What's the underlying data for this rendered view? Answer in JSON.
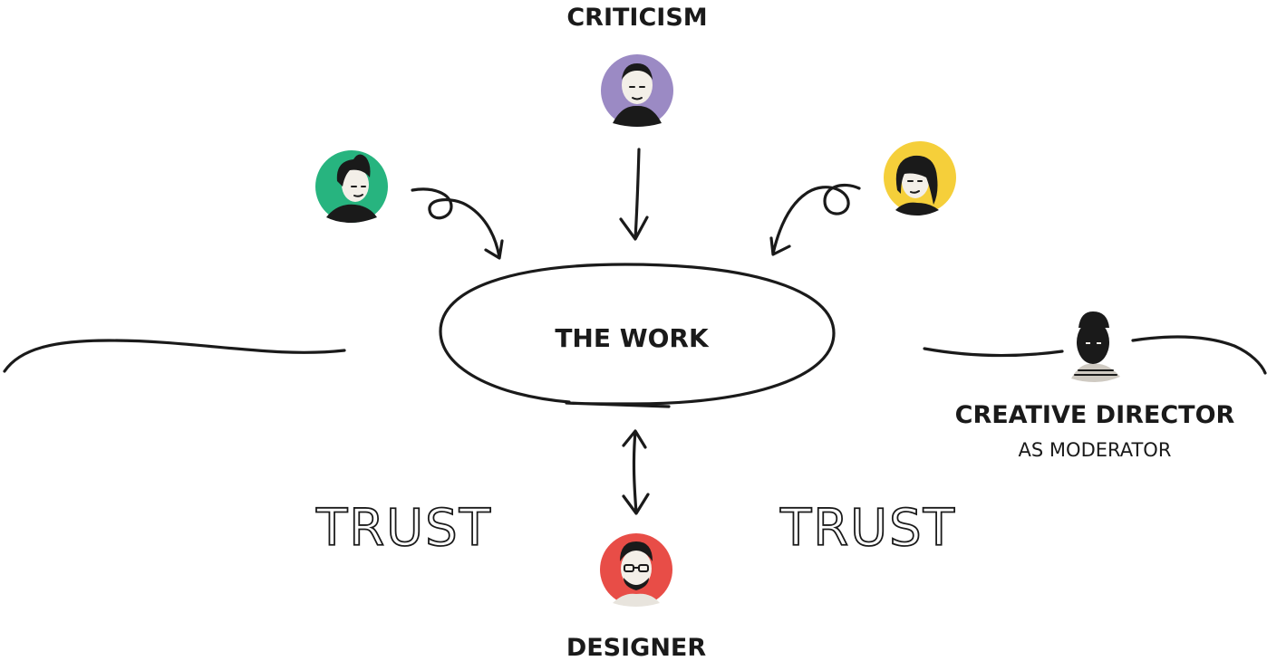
{
  "labels": {
    "criticism": "CRITICISM",
    "the_work": "THE WORK",
    "creative_director": "CREATIVE DIRECTOR",
    "as_moderator": "AS MODERATOR",
    "designer": "DESIGNER",
    "trust_left": "TRUST",
    "trust_right": "TRUST"
  },
  "colors": {
    "critic_center": "#9b8ac4",
    "critic_left": "#27b47f",
    "critic_right": "#f5cf3a",
    "designer": "#e84d47",
    "ink": "#1a1a1a"
  },
  "icons": {
    "avatar_critic_center": "person-icon",
    "avatar_critic_left": "person-icon",
    "avatar_critic_right": "person-icon",
    "avatar_creative_director": "person-icon",
    "avatar_designer": "person-icon"
  }
}
